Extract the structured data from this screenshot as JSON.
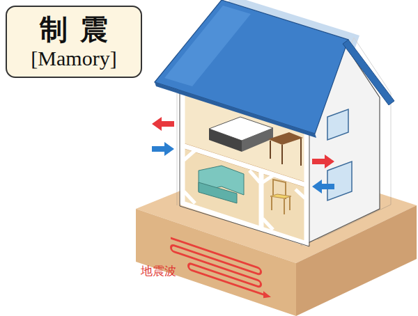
{
  "diagram": {
    "nodes": [
      {
        "text": [
          "制震",
          "[Mamory]"
        ]
      }
    ],
    "labels": [
      "地震波"
    ]
  }
}
